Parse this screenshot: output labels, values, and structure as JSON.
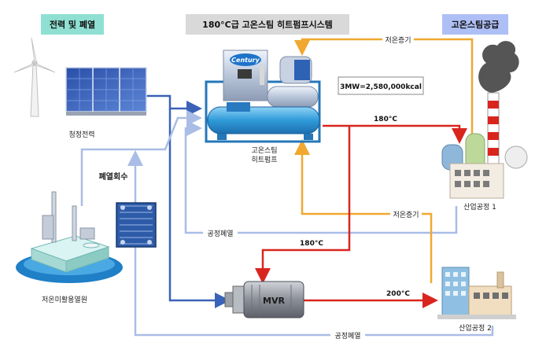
{
  "headers": {
    "power_waste": "전력 및 폐열",
    "system": "180°C급 고온스팀 히트펌프시스템",
    "supply": "고온스팀공급"
  },
  "colors": {
    "header_power_waste": "#8fe0d2",
    "header_system": "#d9d9d9",
    "header_supply": "#aebff5",
    "pipe_blue": "#3a62b8",
    "pipe_lightblue": "#a9bde6",
    "pipe_red": "#d8261f",
    "pipe_orange": "#f0a830"
  },
  "labels": {
    "clean_power": "청정전력",
    "waste_heat_recovery": "폐열회수",
    "low_temp_source": "저온미활용열원",
    "heat_pump": "고온스팀\n히트펌프",
    "heat_pump_logo": "Century",
    "capacity_box": "3MW=2,580,000kcal",
    "low_temp_steam_top": "저온증기",
    "low_temp_steam_mid": "저온증기",
    "process_waste_heat_mid": "공정폐열",
    "process_waste_heat_bottom": "공정폐열",
    "temp_hp_out": "180°C",
    "temp_to_mvr": "180°C",
    "temp_mvr_out": "200°C",
    "mvr": "MVR",
    "plant1": "산업공정 1",
    "plant2": "산업공정 2"
  }
}
